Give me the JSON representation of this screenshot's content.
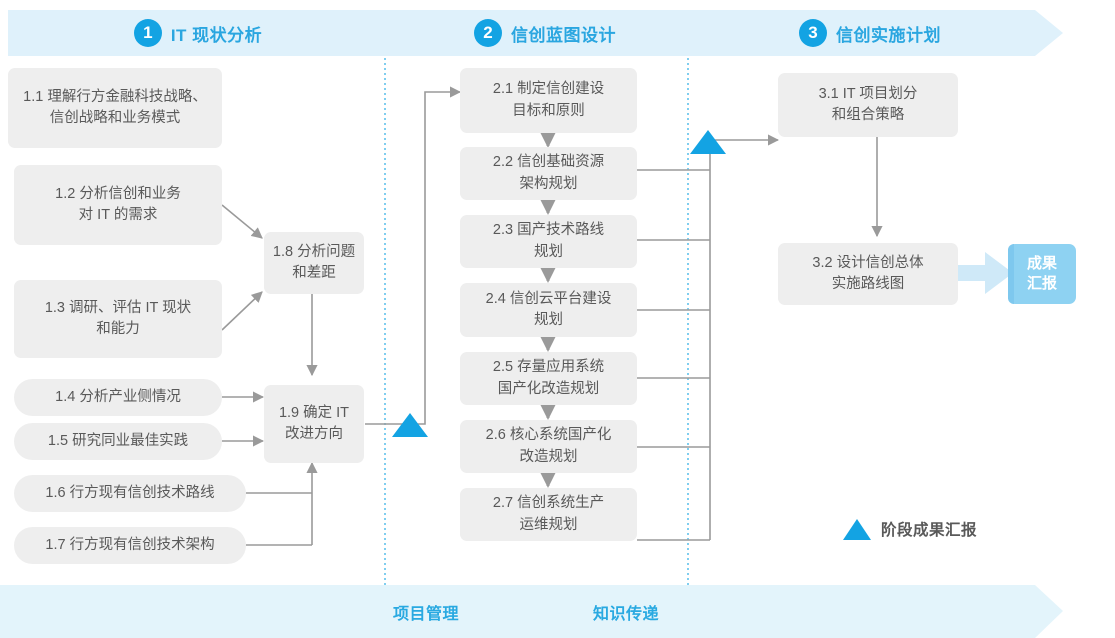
{
  "colors": {
    "phase_band": "#dff1fb",
    "accent_blue": "#2aa6e0",
    "badge_blue": "#13a3e3",
    "box_gray": "#eeeeee",
    "box_text": "#595959",
    "result_blue": "#8ed2f2",
    "connector": "#9a9a9a",
    "bottom_band": "#e3f4fb",
    "divider_dotted": "#4bb9e8"
  },
  "phases": [
    {
      "num": "1",
      "title": "IT 现状分析"
    },
    {
      "num": "2",
      "title": "信创蓝图设计"
    },
    {
      "num": "3",
      "title": "信创实施计划"
    }
  ],
  "phase1": {
    "inputs": [
      {
        "id": "1.1",
        "text": "1.1 理解行方金融科技战略、\n信创战略和业务模式"
      },
      {
        "id": "1.2",
        "text": "1.2 分析信创和业务\n对 IT 的需求"
      },
      {
        "id": "1.3",
        "text": "1.3 调研、评估 IT 现状\n和能力"
      },
      {
        "id": "1.4",
        "text": "1.4 分析产业侧情况"
      },
      {
        "id": "1.5",
        "text": "1.5 研究同业最佳实践"
      },
      {
        "id": "1.6",
        "text": "1.6 行方现有信创技术路线"
      },
      {
        "id": "1.7",
        "text": "1.7 行方现有信创技术架构"
      }
    ],
    "outputs": [
      {
        "id": "1.8",
        "text": "1.8 分析问题\n和差距"
      },
      {
        "id": "1.9",
        "text": "1.9 确定 IT\n改进方向"
      }
    ]
  },
  "phase2": {
    "steps": [
      {
        "id": "2.1",
        "text": "2.1 制定信创建设\n目标和原则"
      },
      {
        "id": "2.2",
        "text": "2.2 信创基础资源\n架构规划"
      },
      {
        "id": "2.3",
        "text": "2.3 国产技术路线\n规划"
      },
      {
        "id": "2.4",
        "text": "2.4 信创云平台建设\n规划"
      },
      {
        "id": "2.5",
        "text": "2.5 存量应用系统\n国产化改造规划"
      },
      {
        "id": "2.6",
        "text": "2.6 核心系统国产化\n改造规划"
      },
      {
        "id": "2.7",
        "text": "2.7 信创系统生产\n运维规划"
      }
    ]
  },
  "phase3": {
    "steps": [
      {
        "id": "3.1",
        "text": "3.1 IT 项目划分\n和组合策略"
      },
      {
        "id": "3.2",
        "text": "3.2 设计信创总体\n实施路线图"
      }
    ],
    "result": "成果\n汇报"
  },
  "legend": {
    "label": "阶段成果汇报",
    "marker": "triangle-up-blue"
  },
  "bottom": {
    "labels": [
      "项目管理",
      "知识传递"
    ]
  }
}
